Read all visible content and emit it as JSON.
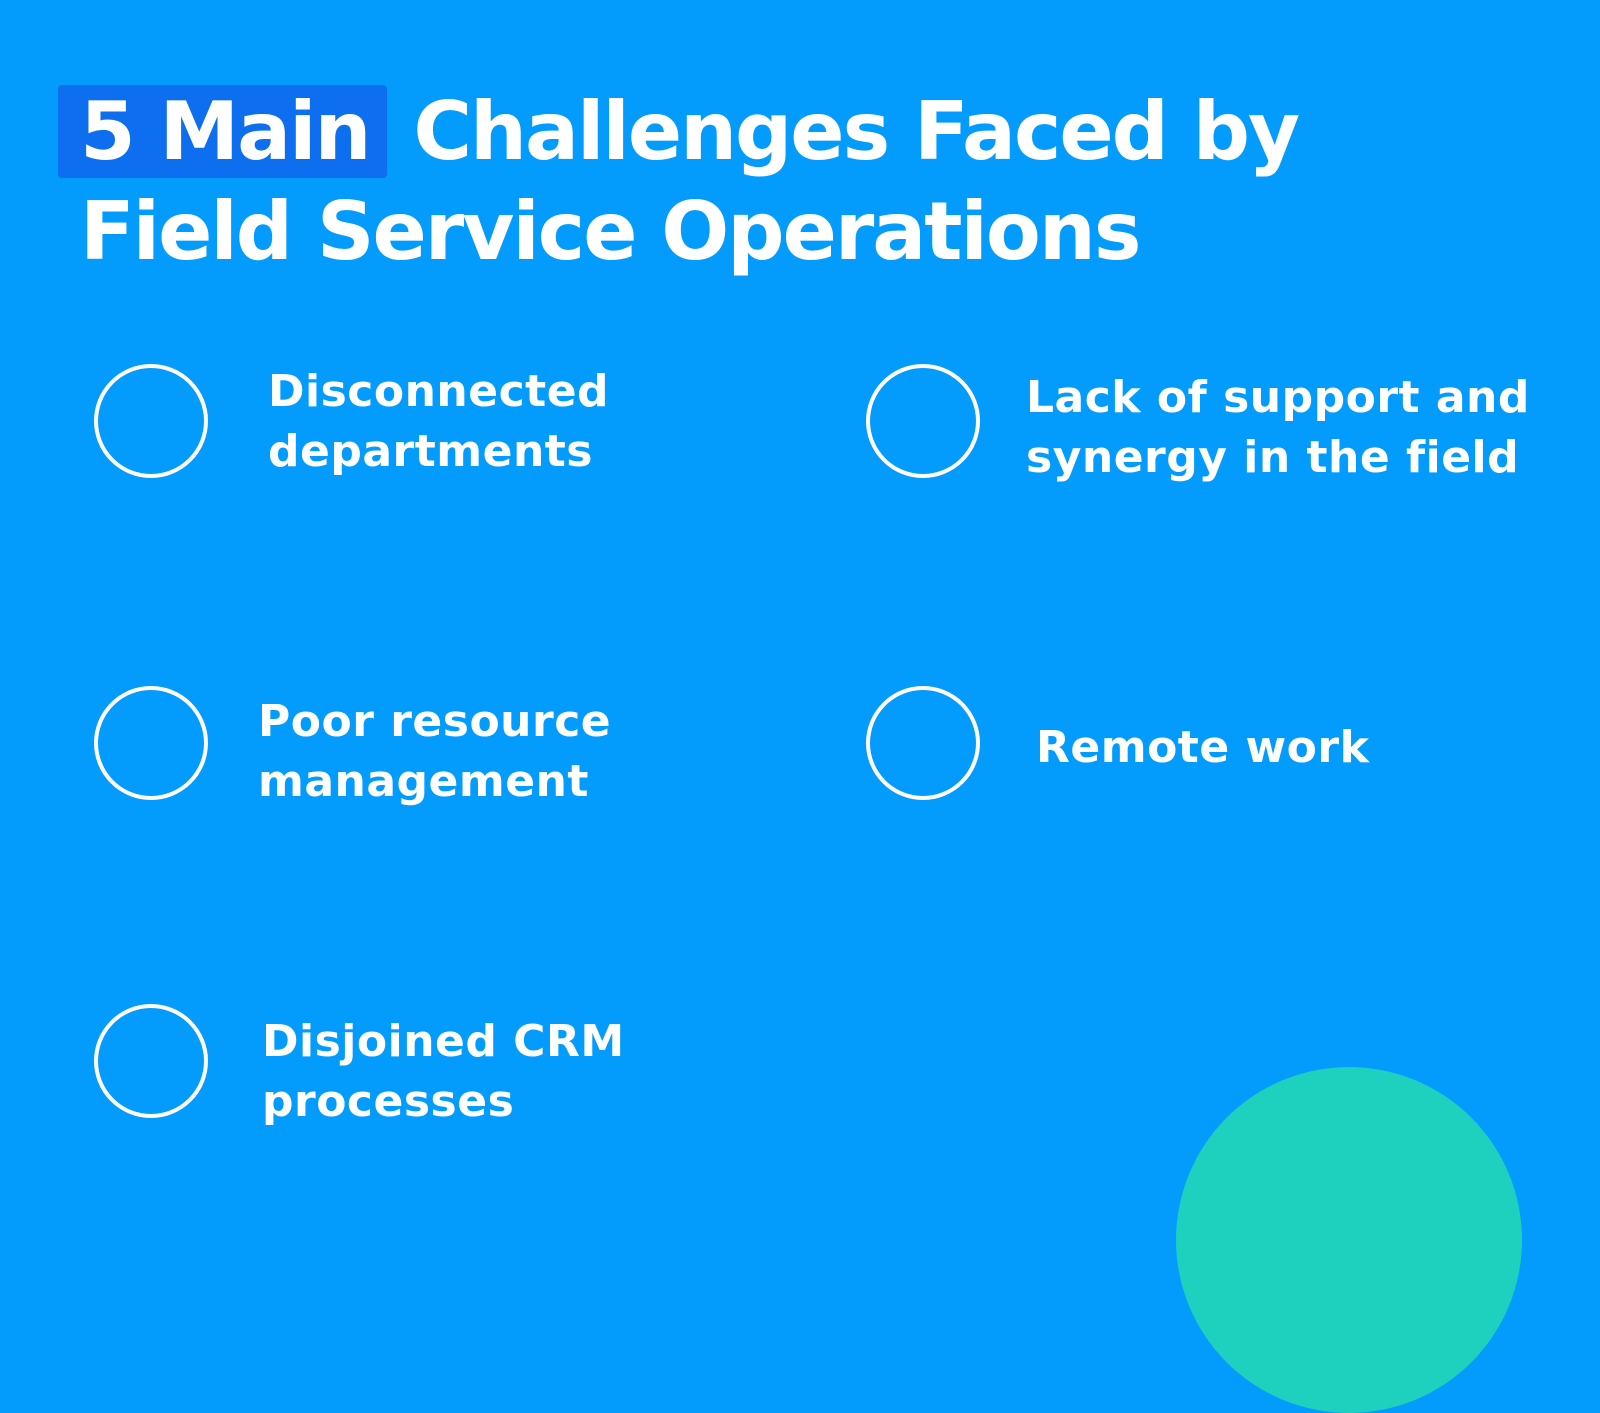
{
  "title": {
    "highlight": "5 Main",
    "rest_line1": " Challenges Faced by",
    "line2": "Field Service Operations"
  },
  "colors": {
    "background": "#049cfc",
    "highlight": "#0d6ef0",
    "accent_circle": "#1dd1be",
    "text": "#ffffff"
  },
  "items": [
    {
      "label": "Disconnected\ndepartments",
      "icon": "circle-outline-icon"
    },
    {
      "label": "Lack of support and\nsynergy in the field",
      "icon": "circle-outline-icon"
    },
    {
      "label": "Poor resource\nmanagement",
      "icon": "circle-outline-icon"
    },
    {
      "label": "Remote work",
      "icon": "circle-outline-icon"
    },
    {
      "label": "Disjoined CRM\nprocesses",
      "icon": "circle-outline-icon"
    }
  ]
}
